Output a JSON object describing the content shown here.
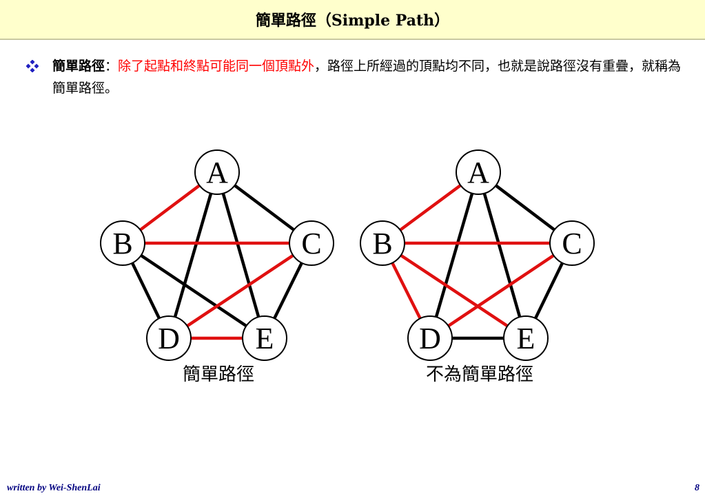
{
  "header": {
    "title": "簡單路徑（Simple Path）"
  },
  "definition": {
    "bullet_icon": "diamond-bullet-icon",
    "term": "簡單路徑",
    "colon": "：",
    "highlight": "除了起點和終點可能同一個頂點外",
    "rest": "，路徑上所經過的頂點均不同，也就是說路徑沒有重疊，就稱為簡單路徑。"
  },
  "colors": {
    "path_edge": "#e01010",
    "normal_edge": "#000000",
    "title_bg": "#ffffcc",
    "footer_text": "#000080"
  },
  "graphs": [
    {
      "caption": "簡單路徑",
      "nodes": [
        "A",
        "B",
        "C",
        "D",
        "E"
      ],
      "edges": [
        {
          "from": "A",
          "to": "B",
          "highlight": true
        },
        {
          "from": "A",
          "to": "C",
          "highlight": false
        },
        {
          "from": "A",
          "to": "D",
          "highlight": false
        },
        {
          "from": "A",
          "to": "E",
          "highlight": false
        },
        {
          "from": "B",
          "to": "C",
          "highlight": true
        },
        {
          "from": "B",
          "to": "D",
          "highlight": false
        },
        {
          "from": "B",
          "to": "E",
          "highlight": false
        },
        {
          "from": "C",
          "to": "D",
          "highlight": true
        },
        {
          "from": "C",
          "to": "E",
          "highlight": false
        },
        {
          "from": "D",
          "to": "E",
          "highlight": true
        }
      ]
    },
    {
      "caption": "不為簡單路徑",
      "nodes": [
        "A",
        "B",
        "C",
        "D",
        "E"
      ],
      "edges": [
        {
          "from": "A",
          "to": "B",
          "highlight": true
        },
        {
          "from": "A",
          "to": "C",
          "highlight": false
        },
        {
          "from": "A",
          "to": "D",
          "highlight": false
        },
        {
          "from": "A",
          "to": "E",
          "highlight": false
        },
        {
          "from": "B",
          "to": "C",
          "highlight": true
        },
        {
          "from": "B",
          "to": "D",
          "highlight": true
        },
        {
          "from": "B",
          "to": "E",
          "highlight": true
        },
        {
          "from": "C",
          "to": "D",
          "highlight": true
        },
        {
          "from": "C",
          "to": "E",
          "highlight": false
        },
        {
          "from": "D",
          "to": "E",
          "highlight": false
        }
      ]
    }
  ],
  "footer": {
    "author": "written by Wei-ShenLai",
    "page_number": "8"
  }
}
